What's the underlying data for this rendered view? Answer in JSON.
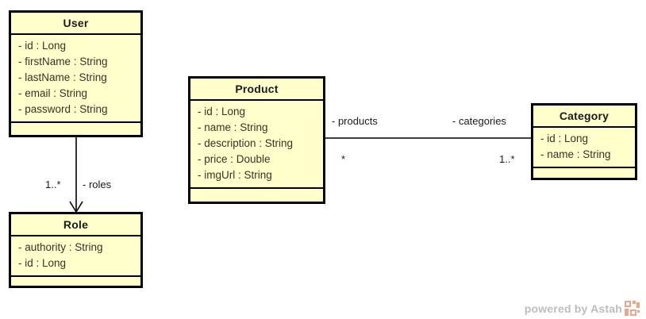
{
  "diagram": {
    "type": "uml-class-diagram",
    "background_color": "#ffffff",
    "class_fill_color": "#ffffcc",
    "class_border_color": "#000000",
    "attribute_text_color": "#333326",
    "title_text_color": "#1a1a1a"
  },
  "classes": [
    {
      "id": "user",
      "name": "User",
      "attributes": [
        "- id : Long",
        "- firstName : String",
        "- lastName : String",
        "- email : String",
        "- password : String"
      ],
      "operations": []
    },
    {
      "id": "product",
      "name": "Product",
      "attributes": [
        "- id : Long",
        "- name : String",
        "- description : String",
        "- price : Double",
        "- imgUrl : String"
      ],
      "operations": []
    },
    {
      "id": "category",
      "name": "Category",
      "attributes": [
        "- id : Long",
        "- name : String"
      ],
      "operations": []
    },
    {
      "id": "role",
      "name": "Role",
      "attributes": [
        "- authority : String",
        "- id : Long"
      ],
      "operations": []
    }
  ],
  "associations": [
    {
      "id": "user-role",
      "from": "user",
      "to": "role",
      "direction": "directed",
      "target_role_label": "- roles",
      "target_multiplicity": "1..*"
    },
    {
      "id": "product-category",
      "from": "product",
      "to": "category",
      "direction": "undirected",
      "source_role_label": "- products",
      "source_multiplicity": "*",
      "target_role_label": "- categories",
      "target_multiplicity": "1..*"
    }
  ],
  "watermark": {
    "text": "powered by Astah",
    "text_color": "#bdbdbd",
    "logo_color": "#f0a487"
  }
}
